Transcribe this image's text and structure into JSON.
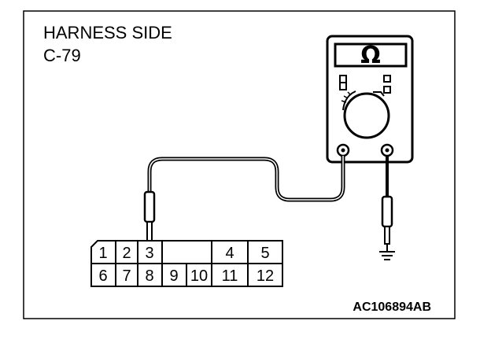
{
  "diagram": {
    "title_line1": "HARNESS SIDE",
    "title_line2": "C-79",
    "figure_code": "AC106894AB",
    "meter_symbol": "Ω",
    "connector_top_row": [
      "1",
      "2",
      "3",
      "",
      "4",
      "5"
    ],
    "connector_bottom_row": [
      "6",
      "7",
      "8",
      "9",
      "10",
      "11",
      "12"
    ],
    "icons": [
      "ohmmeter-icon",
      "ground-icon",
      "probe-icon",
      "connector-icon"
    ]
  }
}
